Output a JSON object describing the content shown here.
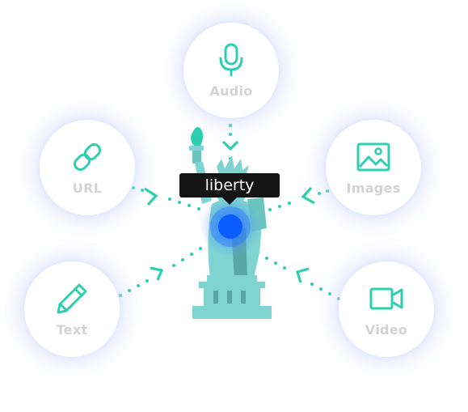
{
  "keyword": "liberty",
  "sources": {
    "audio": {
      "label": "Audio",
      "icon": "microphone-icon"
    },
    "url": {
      "label": "URL",
      "icon": "link-icon"
    },
    "images": {
      "label": "Images",
      "icon": "image-icon"
    },
    "text": {
      "label": "Text",
      "icon": "pencil-icon"
    },
    "video": {
      "label": "Video",
      "icon": "video-camera-icon"
    }
  },
  "center": {
    "icon": "statue-of-liberty-icon"
  },
  "colors": {
    "accent": "#2ecfb0",
    "statue": "#7fd4d1",
    "statue_dark": "#5aa8a6",
    "label_gray": "#d2d3d6",
    "glow_blue": "#0a5cff",
    "tooltip_bg": "#141414"
  }
}
